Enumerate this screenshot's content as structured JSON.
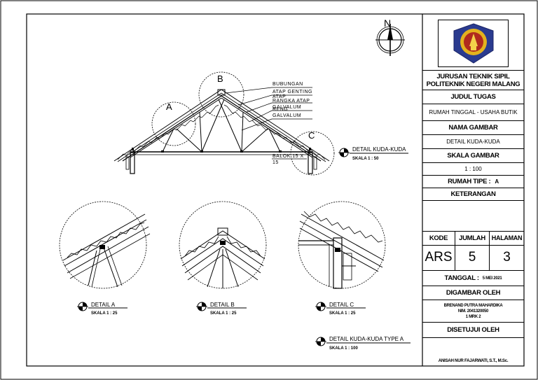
{
  "drawing": {
    "north_label": "N",
    "circle_labels": {
      "a": "A",
      "b": "B",
      "c": "C"
    },
    "annotations": {
      "bubungan": "BUBUNGAN",
      "atap_genting": "ATAP GENTING",
      "atap_line2": "ATAP",
      "rangka_atap": "RANGKA ATAP",
      "galvalum_1": "GALVALUM",
      "reng": "RENG",
      "galvalum_2": "GALVALUM",
      "balok_1": "BALOK 15 X",
      "balok_2": "15"
    },
    "main_title": {
      "title": "DETAIL KUDA-KUDA",
      "scale": "SKALA 1 : 50"
    },
    "detail_a": {
      "title": "DETAIL A",
      "scale": "SKALA 1 : 25"
    },
    "detail_b": {
      "title": "DETAIL B",
      "scale": "SKALA 1 : 25"
    },
    "detail_c": {
      "title": "DETAIL C",
      "scale": "SKALA 1 : 25"
    },
    "type_a": {
      "title": "DETAIL KUDA-KUDA TYPE A",
      "scale": "SKALA 1 : 100"
    }
  },
  "titleblock": {
    "logo_text": "POLITEKNIK NEGERI MALANG",
    "institution_1": "JURUSAN TEKNIK SIPIL",
    "institution_2": "POLITEKNIK NEGERI MALANG",
    "judul_label": "JUDUL TUGAS",
    "judul_value": "RUMAH TINGGAL - USAHA BUTIK",
    "nama_label": "NAMA GAMBAR",
    "nama_value": "DETAIL KUDA-KUDA",
    "skala_label": "SKALA GAMBAR",
    "skala_value": "1 : 100",
    "tipe_label": "RUMAH TIPE :",
    "tipe_value": "A",
    "keterangan_label": "KETERANGAN",
    "kode_label": "KODE",
    "jumlah_label": "JUMLAH",
    "halaman_label": "HALAMAN",
    "kode_value": "ARS",
    "jumlah_value": "5",
    "halaman_value": "3",
    "tanggal_label": "TANGGAL :",
    "tanggal_value": "5 MEI 2021",
    "digambar_label": "DIGAMBAR OLEH",
    "drawer_name": "BRENAND PUTRA MAHARDIKA",
    "drawer_nim": "NIM. 2041320050",
    "drawer_class": "1 MRK 2",
    "disetujui_label": "DISETUJUI OLEH",
    "approver": "ANISAH NUR FAJARWATI, S.T., M.Sc."
  }
}
